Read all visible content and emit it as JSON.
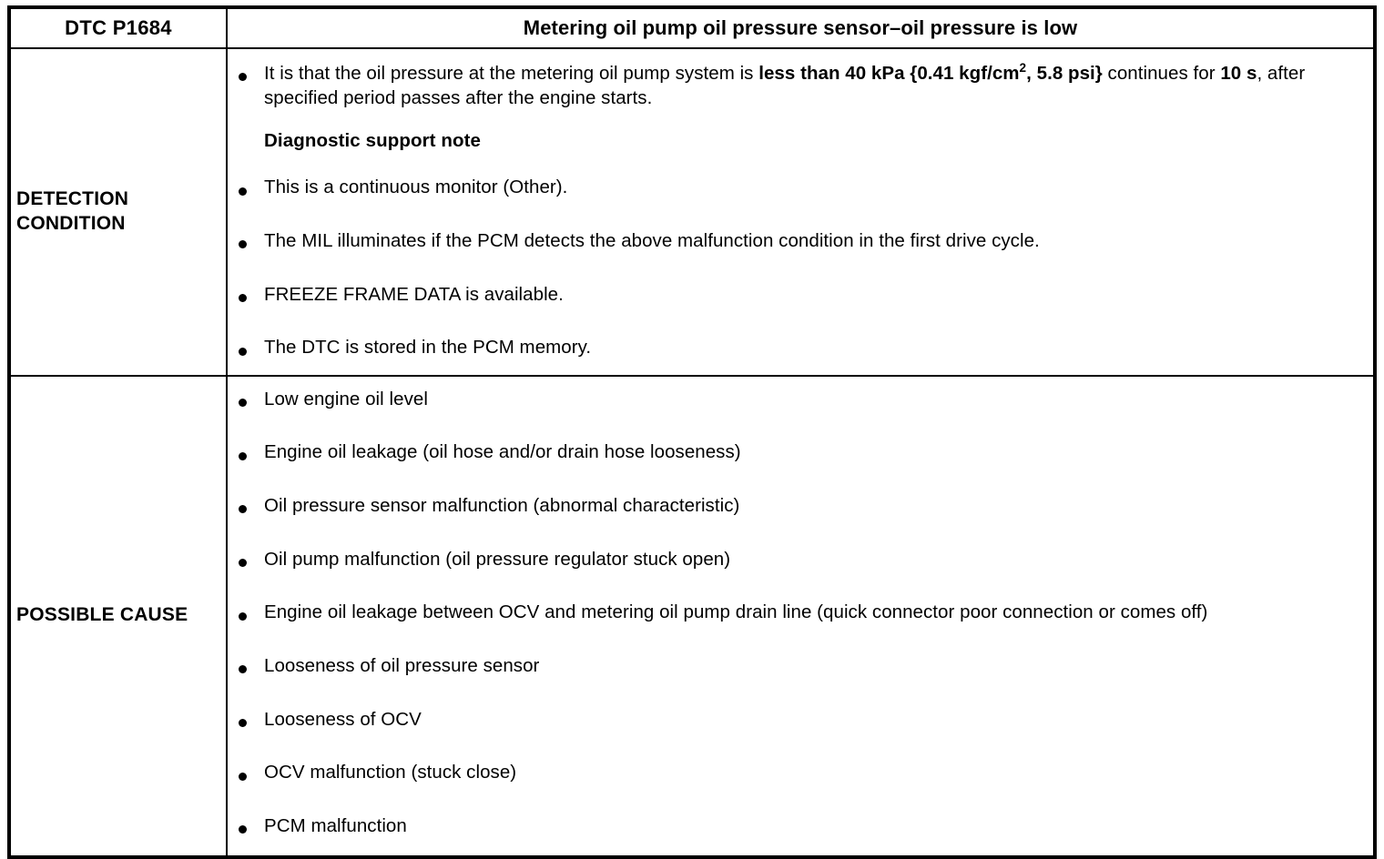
{
  "header": {
    "dtc_code": "DTC P1684",
    "title": "Metering oil pump oil pressure sensor–oil pressure is low"
  },
  "detection_condition": {
    "label_line1": "DETECTION",
    "label_line2": "CONDITION",
    "note_heading": "Diagnostic support note",
    "bullets": [
      {
        "text_before_bold": "It is that the oil pressure at the metering oil pump system is ",
        "bold_1": "less than 40 kPa {0.41 kgf/cm",
        "superscript": "2",
        "bold_2": ", 5.8 psi}",
        "text_middle": " continues for ",
        "bold_3": "10 s",
        "text_after": ", after specified period passes after the engine starts."
      },
      {
        "text": "This is a continuous monitor (Other)."
      },
      {
        "text": "The MIL illuminates if the PCM detects the above malfunction condition in the first drive cycle."
      },
      {
        "text": "FREEZE FRAME DATA is available."
      },
      {
        "text": "The DTC is stored in the PCM memory."
      }
    ]
  },
  "possible_cause": {
    "label": "POSSIBLE CAUSE",
    "bullets": [
      {
        "text": "Low engine oil level"
      },
      {
        "text": "Engine oil leakage (oil hose and/or drain hose looseness)"
      },
      {
        "text": "Oil pressure sensor malfunction (abnormal characteristic)"
      },
      {
        "text": "Oil pump malfunction (oil pressure regulator stuck open)"
      },
      {
        "text": "Engine oil leakage between OCV and metering oil pump drain line (quick connector poor connection or comes off)"
      },
      {
        "text": "Looseness of oil pressure sensor"
      },
      {
        "text": "Looseness of OCV"
      },
      {
        "text": "OCV malfunction (stuck close)"
      },
      {
        "text": "PCM malfunction"
      }
    ]
  },
  "colors": {
    "border": "#000000",
    "text": "#000000",
    "background": "#ffffff"
  }
}
